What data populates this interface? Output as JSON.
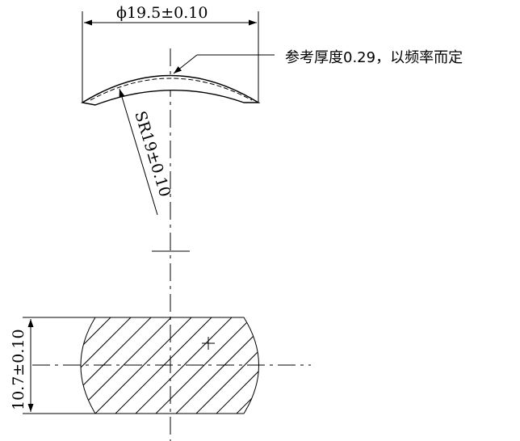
{
  "drawing": {
    "dimensions": {
      "diameter": "ϕ19.5±0.10",
      "sphere_radius": "SR19±0.10",
      "height": "10.7±0.10"
    },
    "notes": {
      "thickness": "参考厚度0.29，以频率而定"
    },
    "colors": {
      "line": "#000000",
      "background": "#ffffff"
    }
  }
}
